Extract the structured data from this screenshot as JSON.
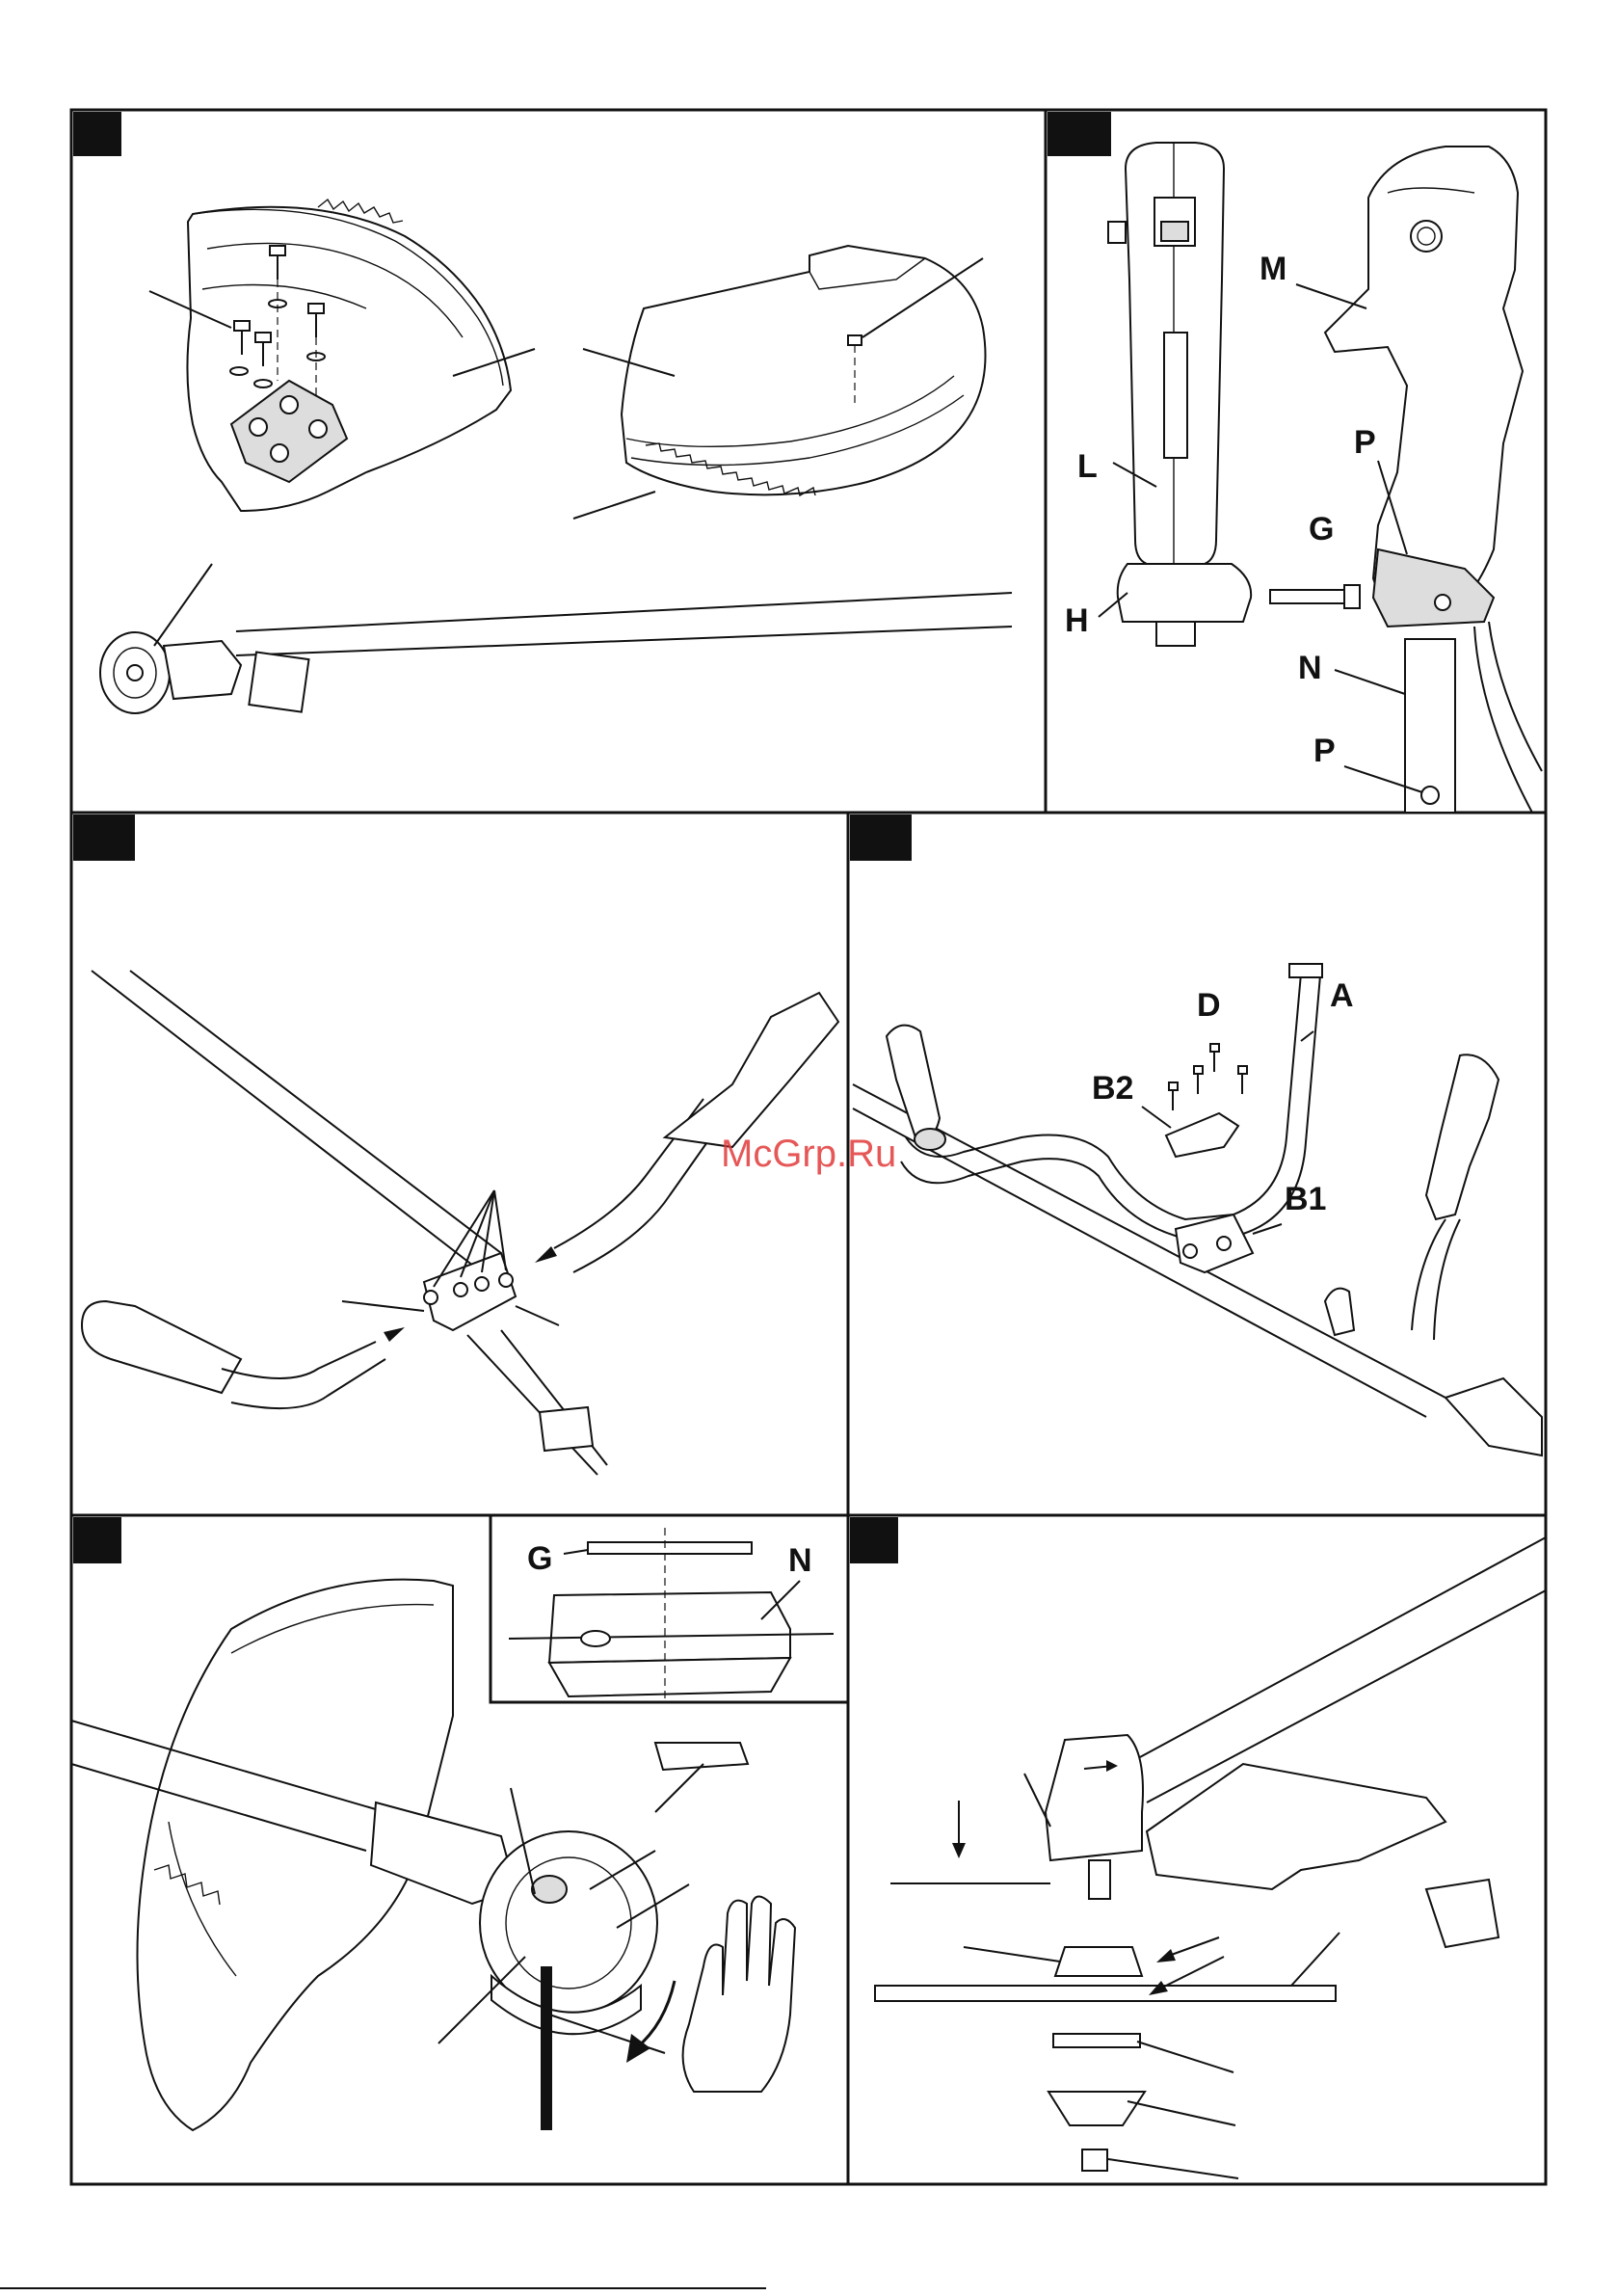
{
  "watermark": "McGrp.Ru",
  "labels": {
    "M": "M",
    "P_upper": "P",
    "L": "L",
    "G": "G",
    "H": "H",
    "N": "N",
    "P_lower": "P",
    "D": "D",
    "A": "A",
    "B2": "B2",
    "B1": "B1",
    "inset_G": "G",
    "inset_N": "N"
  }
}
